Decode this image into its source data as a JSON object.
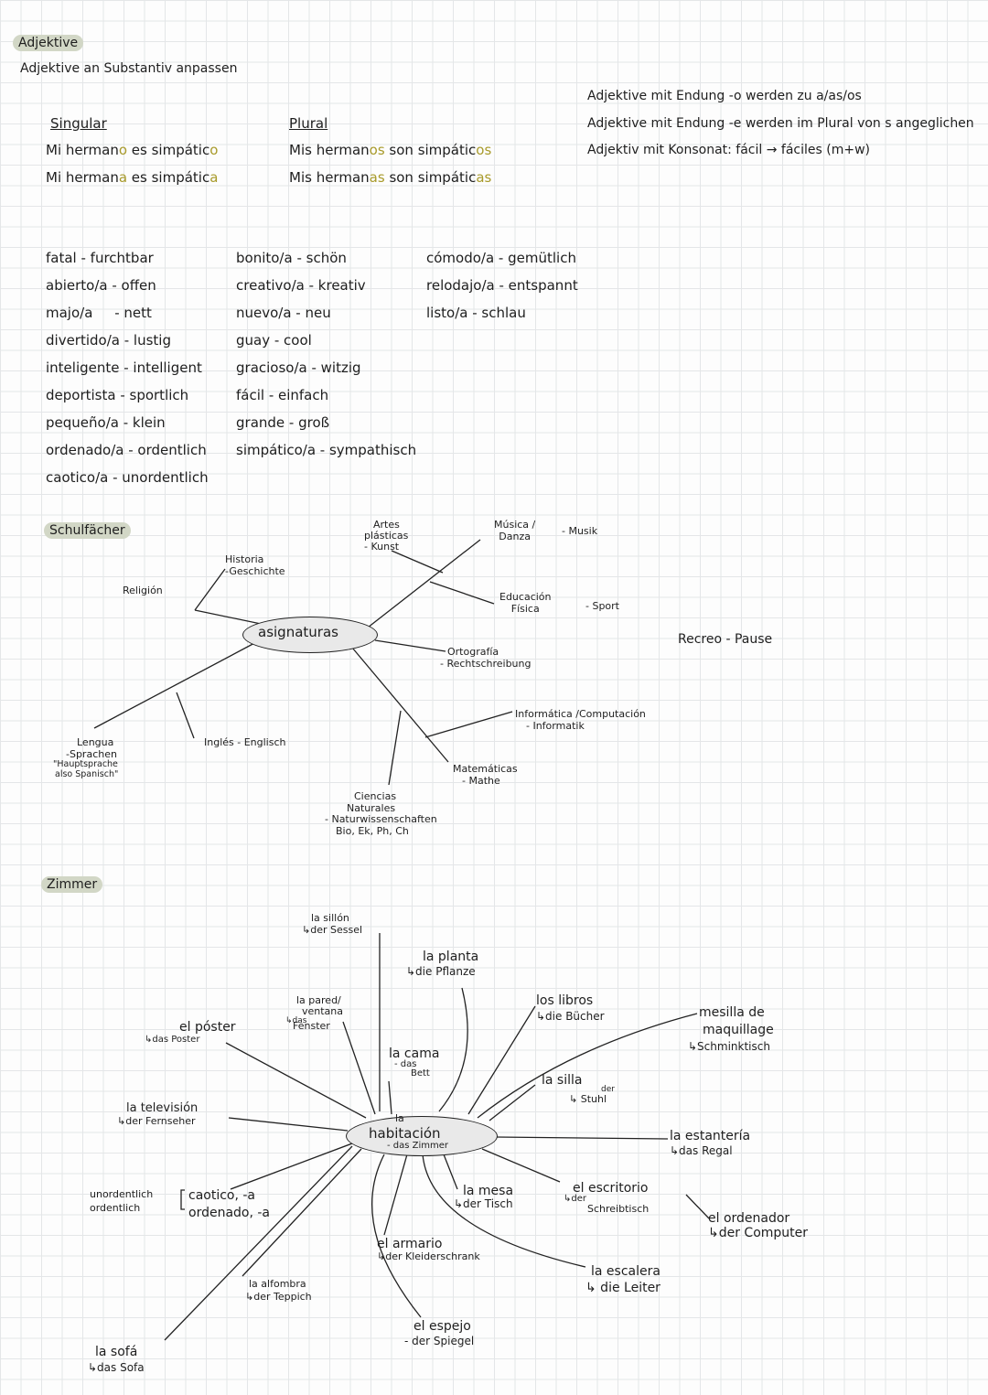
{
  "adjektive": {
    "heading": "Adjektive",
    "subheading": "Adjektive an Substantiv anpassen",
    "rules": [
      "Adjektive mit Endung -o werden zu a/as/os",
      "Adjektive mit Endung -e werden im Plural von s angeglichen",
      "Adjektiv mit Konsonat: fácil → fáciles (m+w)"
    ],
    "singular_title": "Singular",
    "plural_title": "Plural",
    "singular_1": {
      "a": "Mi herman",
      "b": "o",
      "c": " es simpátic",
      "d": "o"
    },
    "singular_2": {
      "a": "Mi herman",
      "b": "a",
      "c": " es simpátic",
      "d": "a"
    },
    "plural_1": {
      "a": "Mis herman",
      "b": "os",
      "c": " son simpátic",
      "d": "os"
    },
    "plural_2": {
      "a": "Mis herman",
      "b": "as",
      "c": " son simpátic",
      "d": "as"
    },
    "vocab_col1": [
      "fatal - furchtbar",
      "abierto/a - offen",
      "majo/a     - nett",
      "divertido/a - lustig",
      "inteligente - intelligent",
      "deportista - sportlich",
      "pequeño/a - klein",
      "ordenado/a - ordentlich",
      "caotico/a - unordentlich"
    ],
    "vocab_col2": [
      "bonito/a - schön",
      "creativo/a - kreativ",
      "nuevo/a - neu",
      "guay - cool",
      "gracioso/a - witzig",
      "fácil - einfach",
      "grande - groß",
      "simpático/a - sympathisch"
    ],
    "vocab_col3": [
      "cómodo/a - gemütlich",
      "relodajo/a - entspannt",
      "listo/a - schlau"
    ]
  },
  "schulfaecher": {
    "heading": "Schulfächer",
    "center": "asignaturas",
    "recreo": "Recreo - Pause",
    "nodes": {
      "historia": [
        "Historia",
        "-Geschichte"
      ],
      "religion": [
        "Religión"
      ],
      "artes": [
        "Artes",
        "plásticas",
        "- Kunst"
      ],
      "musica": [
        "Música /",
        "Danza"
      ],
      "musica_de": "- Musik",
      "educacion": [
        "Educación",
        "Física"
      ],
      "educacion_de": "- Sport",
      "ortografia": [
        "Ortografía",
        "- Rechtschreibung"
      ],
      "informatica": [
        "Informática /Computación",
        "- Informatik"
      ],
      "matematicas": [
        "Matemáticas",
        "- Mathe"
      ],
      "ciencias": [
        "Ciencias",
        "Naturales",
        "- Naturwissenschaften",
        "Bio, Ek, Ph, Ch"
      ],
      "ingles": [
        "Inglés - Englisch"
      ],
      "lengua": [
        "Lengua",
        "-Sprachen",
        "\"Hauptsprache",
        "also Spanisch\""
      ]
    }
  },
  "zimmer": {
    "heading": "Zimmer",
    "center_la": "la",
    "center": "habitación",
    "center_de": "- das Zimmer",
    "nodes": {
      "sillon": [
        "la sillón",
        "↳der Sessel"
      ],
      "planta": [
        "la planta",
        "↳die Pflanze"
      ],
      "pared": [
        "la pared/",
        "ventana",
        "↳das",
        "Fenster"
      ],
      "libros": [
        "los libros",
        "↳die Bücher"
      ],
      "mesilla": [
        "mesilla de",
        "maquillage",
        "↳Schminktisch"
      ],
      "poster": [
        "el póster",
        "↳das Poster"
      ],
      "cama": [
        "la cama",
        "- das",
        "Bett"
      ],
      "silla": [
        "la silla",
        "der",
        "↳ Stuhl"
      ],
      "television": [
        "la televisión",
        "↳der Fernseher"
      ],
      "estanteria": [
        "la estantería",
        "↳das Regal"
      ],
      "unordentlich": [
        "unordentlich",
        "ordentlich"
      ],
      "caotico": [
        "caotico, -a",
        "ordenado, -a"
      ],
      "mesa": [
        "la mesa",
        "↳der Tisch"
      ],
      "escritorio": [
        "el escritorio",
        "↳der",
        "Schreibtisch"
      ],
      "ordenador": [
        "el ordenador",
        "↳der Computer"
      ],
      "armario": [
        "el armario",
        "↳der Kleiderschrank"
      ],
      "escalera": [
        "la escalera",
        "↳ die Leiter"
      ],
      "alfombra": [
        "la alfombra",
        "↳der Teppich"
      ],
      "espejo": [
        "el espejo",
        "- der Spiegel"
      ],
      "sofa": [
        "la sofá",
        "↳das Sofa"
      ]
    }
  }
}
